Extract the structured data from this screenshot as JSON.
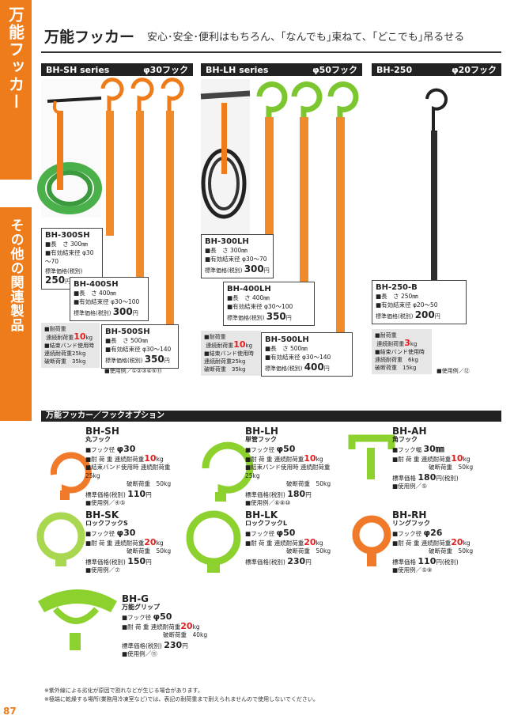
{
  "side": {
    "top_label": "万能フッカー",
    "bottom_label": "その他の関連製品",
    "page_number": "87"
  },
  "header": {
    "title": "万能フッカー",
    "subtitle": "安心･安全･便利はもちろん、｢なんでも｣束ねて、｢どこでも｣吊るせる"
  },
  "series": [
    {
      "name": "BH-SH series",
      "hook": "φ30フック"
    },
    {
      "name": "BH-LH series",
      "hook": "φ50フック"
    },
    {
      "name": "BH-250",
      "hook": "φ20フック"
    }
  ],
  "products": {
    "sh300": {
      "name": "BH-300SH",
      "len_label": "■長　さ",
      "len": "300㎜",
      "dia_label": "■有効結束径",
      "dia": "φ30～70",
      "price_label": "標準価格(税別)",
      "price": "250",
      "yen": "円"
    },
    "sh400": {
      "name": "BH-400SH",
      "len_label": "■長　さ",
      "len": "400㎜",
      "dia_label": "■有効結束径",
      "dia": "φ30～100",
      "price_label": "標準価格(税別)",
      "price": "300",
      "yen": "円"
    },
    "sh500": {
      "name": "BH-500SH",
      "len_label": "■長　さ",
      "len": "500㎜",
      "dia_label": "■有効結束径",
      "dia": "φ30～140",
      "price_label": "標準価格(税別)",
      "price": "350",
      "yen": "円"
    },
    "lh300": {
      "name": "BH-300LH",
      "len_label": "■長　さ",
      "len": "300㎜",
      "dia_label": "■有効結束径",
      "dia": "φ30～70",
      "price_label": "標準価格(税別)",
      "price": "300",
      "yen": "円"
    },
    "lh400": {
      "name": "BH-400LH",
      "len_label": "■長　さ",
      "len": "400㎜",
      "dia_label": "■有効結束径",
      "dia": "φ30～100",
      "price_label": "標準価格(税別)",
      "price": "350",
      "yen": "円"
    },
    "lh500": {
      "name": "BH-500LH",
      "len_label": "■長　さ",
      "len": "500㎜",
      "dia_label": "■有効結束径",
      "dia": "φ30～140",
      "price_label": "標準価格(税別)",
      "price": "400",
      "yen": "円"
    },
    "b250": {
      "name": "BH-250-B",
      "len_label": "■長　さ",
      "len": "250㎜",
      "dia_label": "■有効結束径",
      "dia": "φ20～50",
      "price_label": "標準価格(税別)",
      "price": "200",
      "yen": "円"
    }
  },
  "loads": {
    "sh": {
      "h1": "■耐荷重",
      "l1": "連続耐荷重",
      "v1": "10",
      "u": "kg",
      "h2": "■結束バンド使用時",
      "l2": "連続耐荷重25kg",
      "l3": "破断荷重　35kg"
    },
    "lh": {
      "h1": "■耐荷重",
      "l1": "連続耐荷重",
      "v1": "10",
      "u": "kg",
      "h2": "■結束バンド使用時",
      "l2": "連続耐荷重25kg",
      "l3": "破断荷重　35kg"
    },
    "b250": {
      "h1": "■耐荷重",
      "l1": "連続耐荷重",
      "v1": "3",
      "u": "kg",
      "h2": "■結束バンド使用時",
      "l2": "連続耐荷重　6kg",
      "l3": "破断荷重　15kg"
    }
  },
  "usage": {
    "sh": "■使用例／①②③④⑤⑪",
    "b250": "■使用例／⑫"
  },
  "options_title": "万能フッカー／フックオプション",
  "options": {
    "sh": {
      "code": "BH-SH",
      "sub": "丸フック",
      "l1": "■フック径",
      "v1": "φ30",
      "l2": "■耐 荷 重",
      "l2b": "連続耐荷重",
      "load": "10",
      "u": "kg",
      "l3": "■結束バンド使用時",
      "l3b": "連続耐荷重25kg",
      "l4": "破断荷重　50kg",
      "pl": "標準価格(税別)",
      "price": "110",
      "yen": "円",
      "use": "■使用例／④⑤"
    },
    "lh": {
      "code": "BH-LH",
      "sub": "単管フック",
      "l1": "■フック径",
      "v1": "φ50",
      "l2": "■耐 荷 重",
      "l2b": "連続耐荷重",
      "load": "10",
      "u": "kg",
      "l3": "■結束バンド使用時",
      "l3b": "連続耐荷重25kg",
      "l4": "破断荷重　50kg",
      "pl": "標準価格(税別)",
      "price": "180",
      "yen": "円",
      "use": "■使用例／⑥⑧⑩"
    },
    "ah": {
      "code": "BH-AH",
      "sub": "角フック",
      "l1": "■フック幅",
      "v1": "30㎜",
      "l2": "■耐 荷 重",
      "l2b": "連続耐荷重",
      "load": "10",
      "u": "kg",
      "l4": "破断荷重　50kg",
      "pl": "標準価格",
      "price": "180",
      "yen": "円(税別)",
      "use": "■使用例／⑤"
    },
    "sk": {
      "code": "BH-SK",
      "sub": "ロックフックS",
      "l1": "■フック径",
      "v1": "φ30",
      "l2": "■耐 荷 重",
      "l2b": "連続耐荷重",
      "load": "20",
      "u": "kg",
      "l4": "破断荷重　50kg",
      "pl": "標準価格(税別)",
      "price": "150",
      "yen": "円",
      "use": "■使用例／⑦"
    },
    "lk": {
      "code": "BH-LK",
      "sub": "ロックフックL",
      "l1": "■フック径",
      "v1": "φ50",
      "l2": "■耐 荷 重",
      "l2b": "連続耐荷重",
      "load": "20",
      "u": "kg",
      "l4": "破断荷重　50kg",
      "pl": "標準価格(税別)",
      "price": "230",
      "yen": "円"
    },
    "rh": {
      "code": "BH-RH",
      "sub": "リングフック",
      "l1": "■フック径",
      "v1": "φ26",
      "l2": "■耐 荷 重",
      "l2b": "連続耐荷重",
      "load": "20",
      "u": "kg",
      "l4": "破断荷重　50kg",
      "pl": "標準価格",
      "price": "110",
      "yen": "円(税別)",
      "use": "■使用例／⑤⑨"
    },
    "g": {
      "code": "BH-G",
      "sub": "万能グリップ",
      "l1": "■フック径",
      "v1": "φ50",
      "l2": "■耐 荷 重",
      "l2b": "連続耐荷重",
      "load": "20",
      "u": "kg",
      "l4": "破断荷重　40kg",
      "pl": "標準価格(税別)",
      "price": "230",
      "yen": "円",
      "use": "■使用例／⑪"
    }
  },
  "notes": [
    "※紫外線による劣化が原因で割れなどが生じる場合があります。",
    "※極端に乾燥する場所(業務用冷凍室など)では、表記の耐荷重まで耐えられませんので使用しないでください。"
  ],
  "colors": {
    "orange": "#ef7c1a",
    "green": "#8cd12e",
    "red": "#e51f1f",
    "dark": "#222222"
  }
}
